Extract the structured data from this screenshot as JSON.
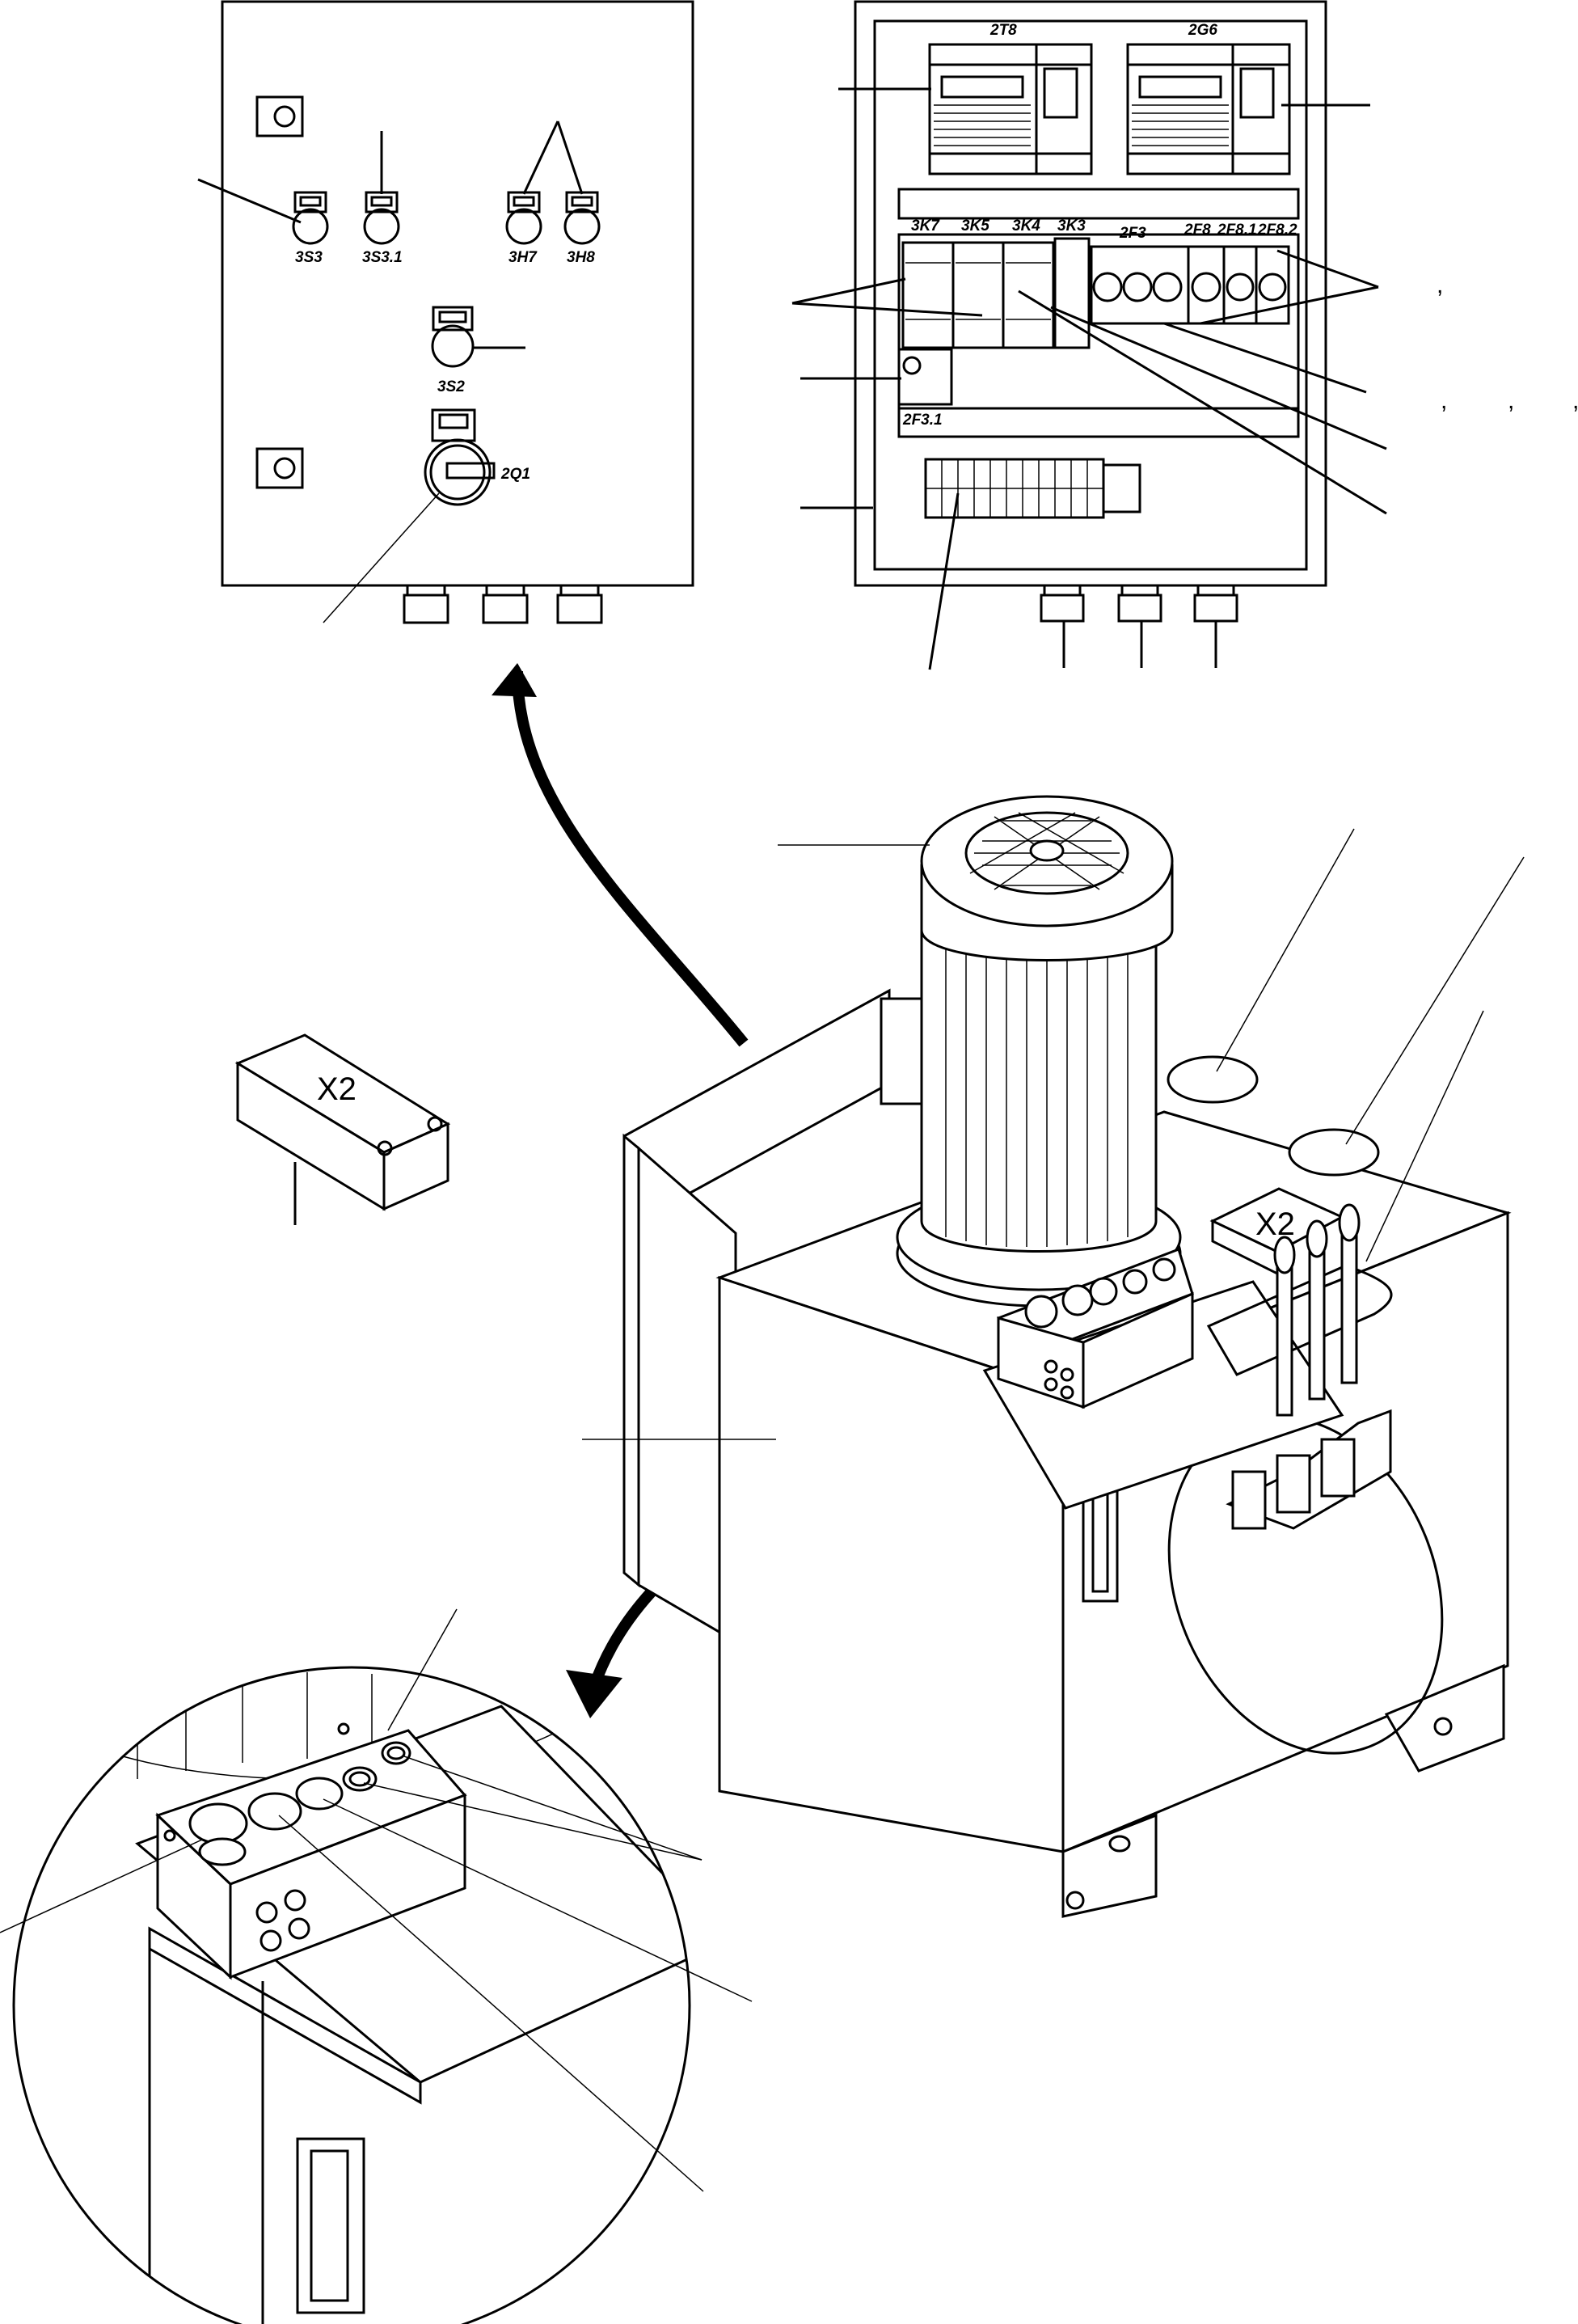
{
  "front_panel": {
    "switch_labels": [
      "3S3",
      "3S3.1",
      "3H7",
      "3H8"
    ],
    "button_label": "3S2",
    "main_switch_label": "2Q1"
  },
  "cabinet": {
    "top_labels": [
      "2T8",
      "2G6"
    ],
    "contactor_labels": [
      "3K7",
      "3K5",
      "3K4",
      "3K3"
    ],
    "breaker_labels": [
      "2F3",
      "2F8",
      "2F8.1",
      "2F8.2"
    ],
    "lower_breaker_label": "2F3.1",
    "callout_marks": [
      ",",
      ",",
      ",",
      ","
    ]
  },
  "junction_box": {
    "label": "X2"
  },
  "unit_box": {
    "label": "X2"
  }
}
